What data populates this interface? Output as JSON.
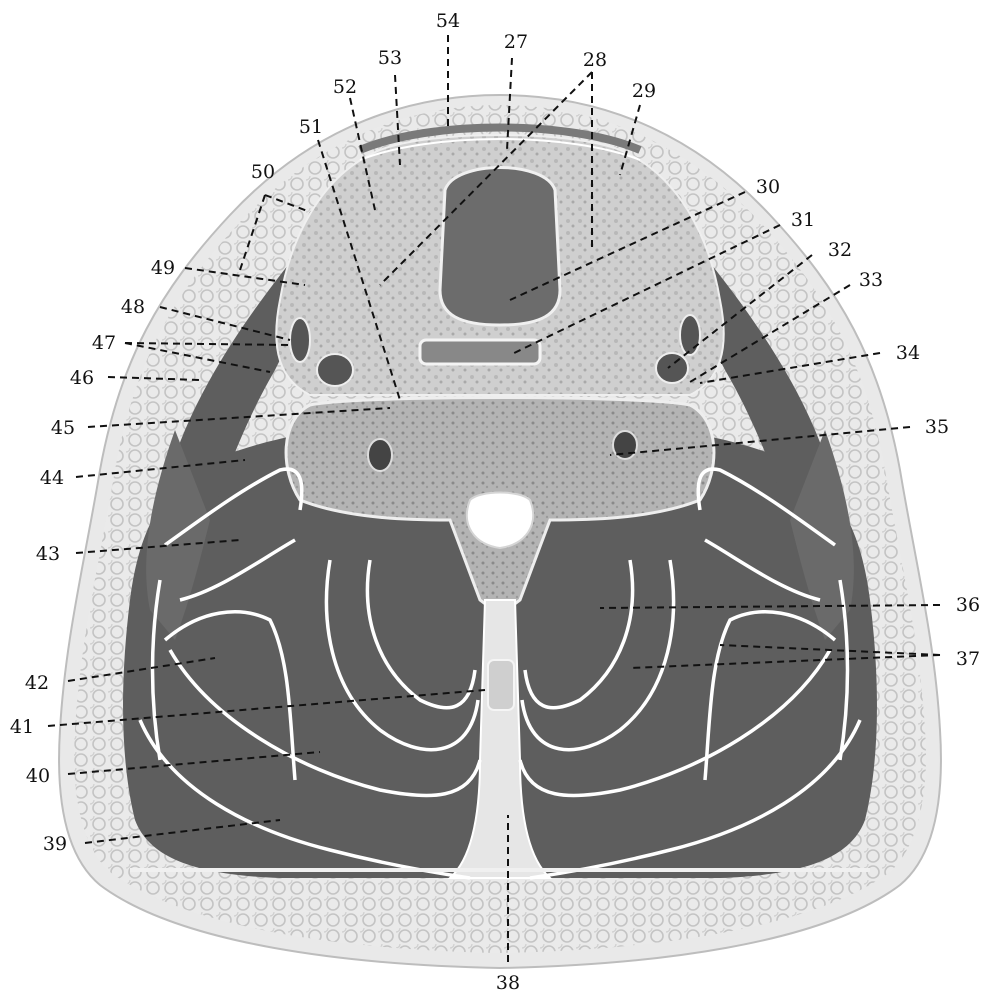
{
  "figure": {
    "labels": [
      "27",
      "28",
      "29",
      "30",
      "31",
      "32",
      "33",
      "34",
      "35",
      "36",
      "37",
      "38",
      "39",
      "40",
      "41",
      "42",
      "43",
      "44",
      "45",
      "46",
      "47",
      "48",
      "49",
      "50",
      "51",
      "52",
      "53",
      "54"
    ]
  }
}
